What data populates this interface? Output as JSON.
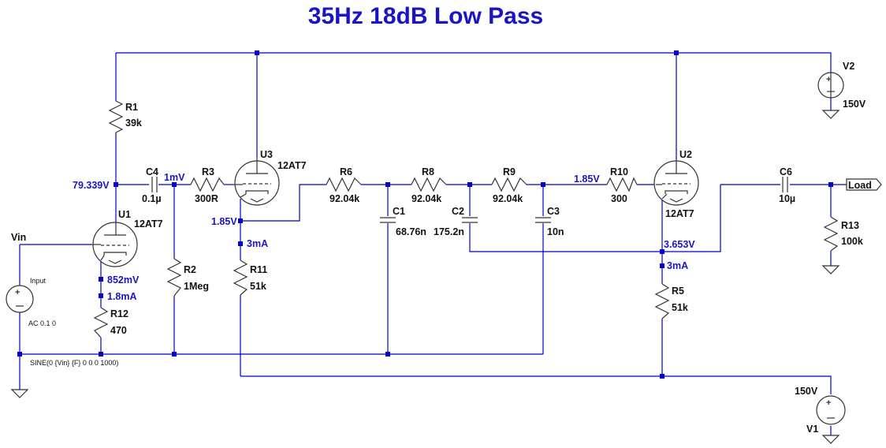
{
  "title": "35Hz 18dB Low Pass",
  "components": {
    "r1": {
      "ref": "R1",
      "value": "39k"
    },
    "r2": {
      "ref": "R2",
      "value": "1Meg"
    },
    "r3": {
      "ref": "R3",
      "value": "300R"
    },
    "r5": {
      "ref": "R5",
      "value": "51k"
    },
    "r6": {
      "ref": "R6",
      "value": "92.04k"
    },
    "r8": {
      "ref": "R8",
      "value": "92.04k"
    },
    "r9": {
      "ref": "R9",
      "value": "92.04k"
    },
    "r10": {
      "ref": "R10",
      "value": "300"
    },
    "r11": {
      "ref": "R11",
      "value": "51k"
    },
    "r12": {
      "ref": "R12",
      "value": "470"
    },
    "r13": {
      "ref": "R13",
      "value": "100k"
    },
    "c1": {
      "ref": "C1",
      "value": "68.76n"
    },
    "c2": {
      "ref": "C2",
      "value": "175.2n"
    },
    "c3": {
      "ref": "C3",
      "value": "10n"
    },
    "c4": {
      "ref": "C4",
      "value": "0.1µ"
    },
    "c6": {
      "ref": "C6",
      "value": "10µ"
    },
    "u1": {
      "ref": "U1",
      "value": "12AT7"
    },
    "u2": {
      "ref": "U2",
      "value": "12AT7"
    },
    "u3": {
      "ref": "U3",
      "value": "12AT7"
    },
    "v1": {
      "ref": "V1",
      "value": "150V"
    },
    "v2": {
      "ref": "V2",
      "value": "150V"
    },
    "vin_src": {
      "name": "Input",
      "ac": "AC 0.1 0",
      "sine": "SINE(0 {Vin} {F} 0 0 0 1000)"
    }
  },
  "nets": {
    "vin": "Vin",
    "load": "Load"
  },
  "annotations": {
    "u1_plate": "79.339V",
    "c4_out": "1mV",
    "u3_cathode": "1.85V",
    "u3_current": "3mA",
    "u1_cathode": "852mV",
    "u1_current": "1.8mA",
    "u2_grid": "1.85V",
    "u2_cathode": "3.653V",
    "u2_current": "3mA"
  },
  "colors": {
    "wire": "#0000c8",
    "annotation": "#1a14c8",
    "symbol": "#333333"
  }
}
